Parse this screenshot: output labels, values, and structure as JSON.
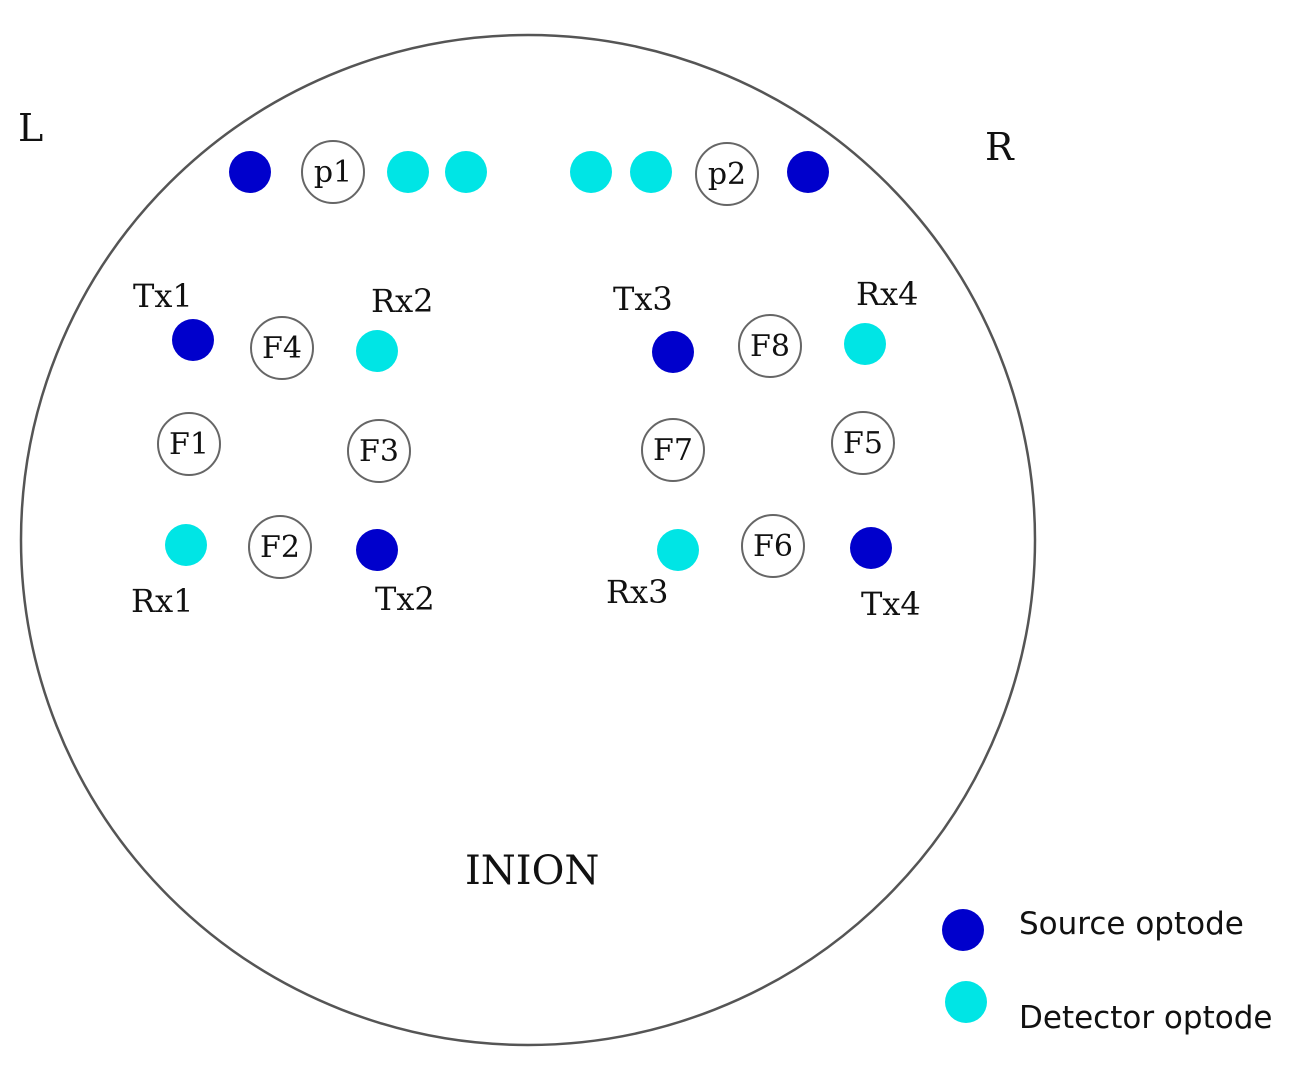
{
  "colors": {
    "source": "#0000cc",
    "detector": "#00e5e5",
    "outline": "#555555",
    "channel_stroke": "#666666"
  },
  "side_labels": {
    "left": "L",
    "right": "R"
  },
  "bottom_label": "INION",
  "top_row": {
    "channels": [
      "p1",
      "p2"
    ]
  },
  "labels": {
    "tx1": "Tx1",
    "rx2": "Rx2",
    "tx3": "Tx3",
    "rx4": "Rx4",
    "rx1": "Rx1",
    "tx2": "Tx2",
    "rx3": "Rx3",
    "tx4": "Tx4"
  },
  "channels": [
    "F1",
    "F2",
    "F3",
    "F4",
    "F5",
    "F6",
    "F7",
    "F8"
  ],
  "legend": {
    "source": "Source optode",
    "detector": "Detector optode"
  }
}
